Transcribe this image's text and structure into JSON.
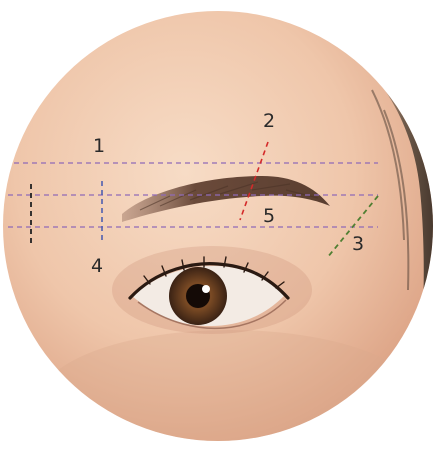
{
  "labels": {
    "line_1": "1",
    "line_2": "2",
    "line_3": "3",
    "line_4": "4",
    "line_5": "5"
  },
  "colors": {
    "background": "#ffffff",
    "skin_light": "#f4d2b8",
    "skin_mid": "#e7b89a",
    "skin_shadow": "#c88f72",
    "hair": "#5a4638",
    "brow": "#6a4a3a",
    "iris": "#7a4a24",
    "pupil": "#1a0f0a",
    "guide_purple": "#8f6ab7",
    "guide_red": "#d42a2a",
    "guide_green": "#4f7f32",
    "guide_blue": "#4f5fb0",
    "guide_black": "#222222",
    "label_text": "#2a2a2a"
  },
  "icons": {
    "portrait": "eyebrow-mapping-portrait",
    "eye": "eye-icon",
    "eyebrow": "eyebrow-icon"
  }
}
